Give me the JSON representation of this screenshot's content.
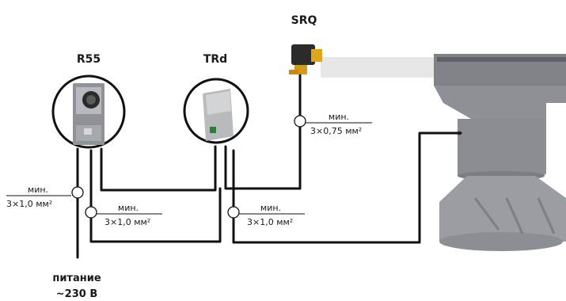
{
  "devices": {
    "r55": {
      "name": "R55"
    },
    "trd": {
      "name": "TRd"
    },
    "srq": {
      "name": "SRQ"
    }
  },
  "cables": {
    "power": {
      "top": "мин.",
      "bottom": "3×1,0 мм²"
    },
    "r55_trd": {
      "top": "мин.",
      "bottom": "3×1,0 мм²"
    },
    "trd_unit": {
      "top": "мин.",
      "bottom": "3×1,0 мм²"
    },
    "srq": {
      "top": "мин.",
      "bottom": "3×0,75 мм²"
    }
  },
  "supply": {
    "line1": "питание",
    "line2": "~230 В"
  },
  "colors": {
    "wire": "#111111",
    "device_body": "#8c9096",
    "unit_body": "#888b8f",
    "srq_body": "#e0a51c",
    "duct": "#e6e6e6"
  }
}
